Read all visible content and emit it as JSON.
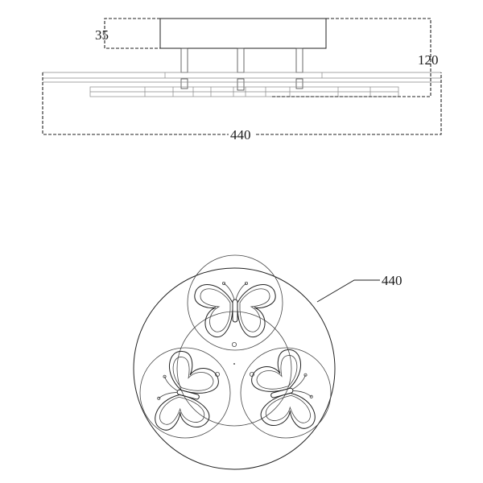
{
  "side_view": {
    "dim_canopy_height": "35",
    "dim_total_height": "120",
    "dim_width": "440"
  },
  "top_view": {
    "dim_diameter": "440"
  }
}
